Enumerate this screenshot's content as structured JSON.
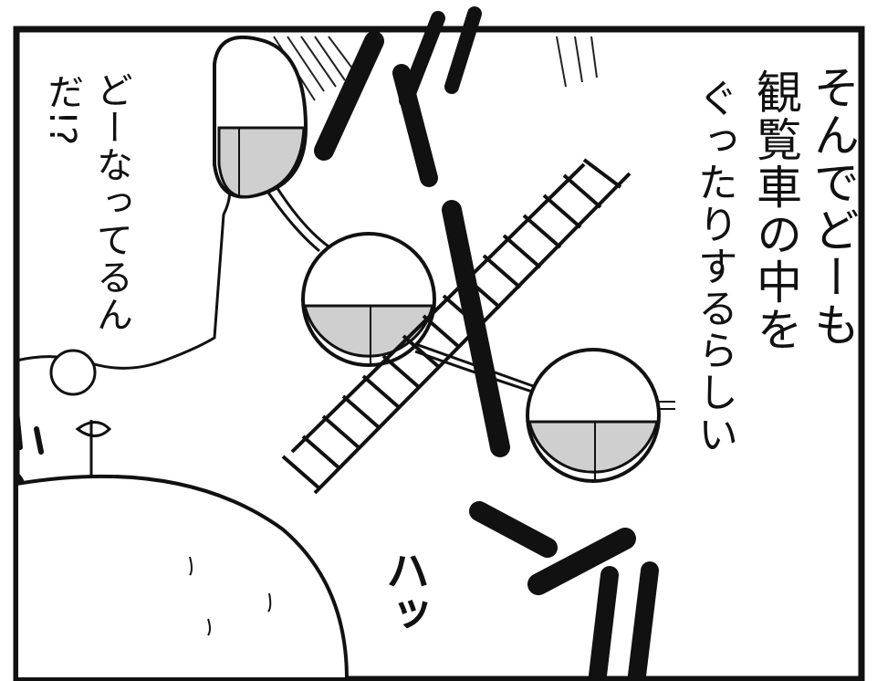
{
  "narration": {
    "col1": "そんでどーも",
    "col2": "観覧車の中を",
    "col3": "ぐったりするらしい"
  },
  "thought": {
    "col1": "どーなってるん",
    "col2": "だ!?"
  },
  "sfx": {
    "small": "ハッ"
  },
  "colors": {
    "ink": "#111111",
    "paper": "#ffffff",
    "tone": "#cfcfcf"
  }
}
